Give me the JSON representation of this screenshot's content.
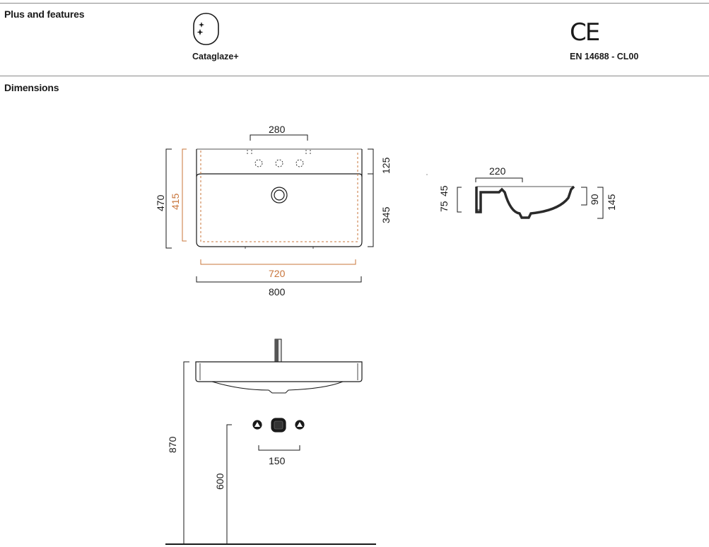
{
  "sections": {
    "features_title": "Plus and features",
    "dimensions_title": "Dimensions"
  },
  "features": [
    {
      "label": "Cataglaze+",
      "icon": "sparkle-icon"
    },
    {
      "label": "EN 14688 - CL00",
      "icon": "ce-mark-icon",
      "mark_text": "CE"
    }
  ],
  "dimensions": {
    "top_view": {
      "tap_spacing": "280",
      "front_depth": "125",
      "basin_depth": "345",
      "overall_depth": "470",
      "inner_depth": "415",
      "inner_width": "720",
      "overall_width": "800"
    },
    "side_view": {
      "top_length": "220",
      "rim_height": "45",
      "total_left": "75",
      "bowl_depth": "90",
      "overall_height": "145"
    },
    "front_view": {
      "install_height": "870",
      "waste_height": "600",
      "fixing_spacing": "150"
    }
  },
  "colors": {
    "line": "#1a1a1a",
    "accent": "#c8743a",
    "rule": "#8a8a8a"
  }
}
